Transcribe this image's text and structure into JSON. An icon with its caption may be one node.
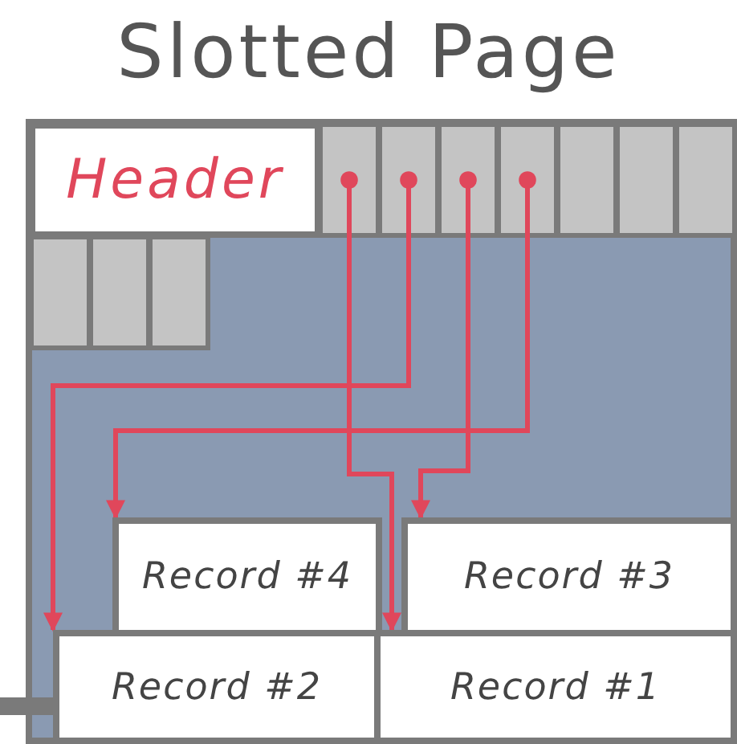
{
  "diagram": {
    "title": "Slotted Page",
    "nodes": [
      {
        "text": [
          "Header"
        ]
      },
      {
        "text": [],
        "shape": "box"
      },
      {
        "text": [],
        "shape": "box"
      },
      {
        "text": [],
        "shape": "box"
      },
      {
        "text": [],
        "shape": "box"
      },
      {
        "text": [],
        "shape": "box"
      },
      {
        "text": [],
        "shape": "box"
      },
      {
        "text": [],
        "shape": "box"
      },
      {
        "text": [],
        "shape": "box"
      },
      {
        "text": [],
        "shape": "box"
      },
      {
        "text": [],
        "shape": "box"
      },
      {
        "text": [
          "Record #4"
        ]
      },
      {
        "text": [
          "Record #3"
        ]
      },
      {
        "text": [
          "Record #2"
        ]
      },
      {
        "text": [
          "Record #1"
        ]
      }
    ],
    "edges": [
      {
        "from": 1,
        "to": 14,
        "arrow": "to"
      },
      {
        "from": 2,
        "to": 13,
        "arrow": "to"
      },
      {
        "from": 3,
        "to": 12,
        "arrow": "to"
      },
      {
        "from": 4,
        "to": 11,
        "arrow": "to"
      }
    ]
  }
}
